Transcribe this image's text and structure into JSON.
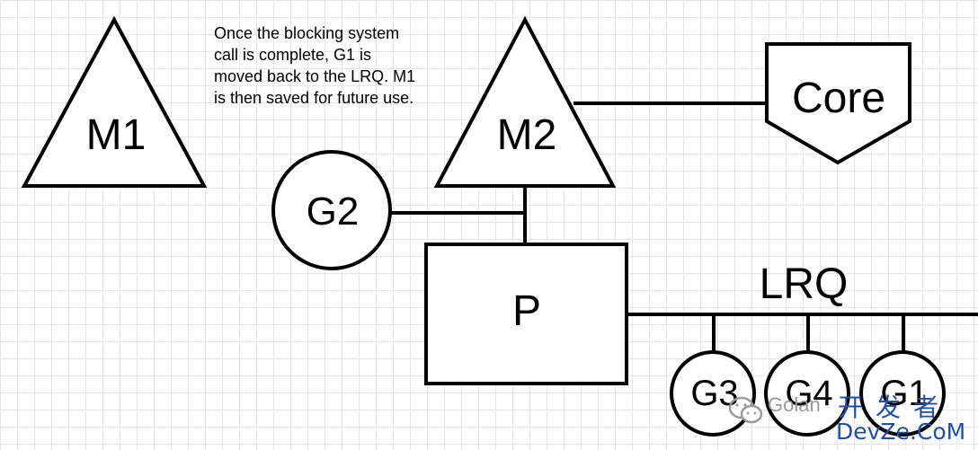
{
  "note": {
    "lines": [
      "Once the blocking system",
      "call is complete, G1 is",
      "moved back to the LRQ. M1",
      "is then saved for future use."
    ]
  },
  "nodes": {
    "m1": "M1",
    "m2": "M2",
    "core": "Core",
    "g2": "G2",
    "p": "P",
    "lrq": "LRQ",
    "g3": "G3",
    "g4": "G4",
    "g1": "G1"
  },
  "watermark": {
    "golang": "Golan",
    "cn": "开发者",
    "site": "DevZe.CoM"
  },
  "colors": {
    "stroke": "#000000",
    "fill": "#ffffff",
    "grid": "#e6e6e6",
    "watermark_blue": "#1f4fa8",
    "watermark_gray": "#9a9a9a"
  }
}
